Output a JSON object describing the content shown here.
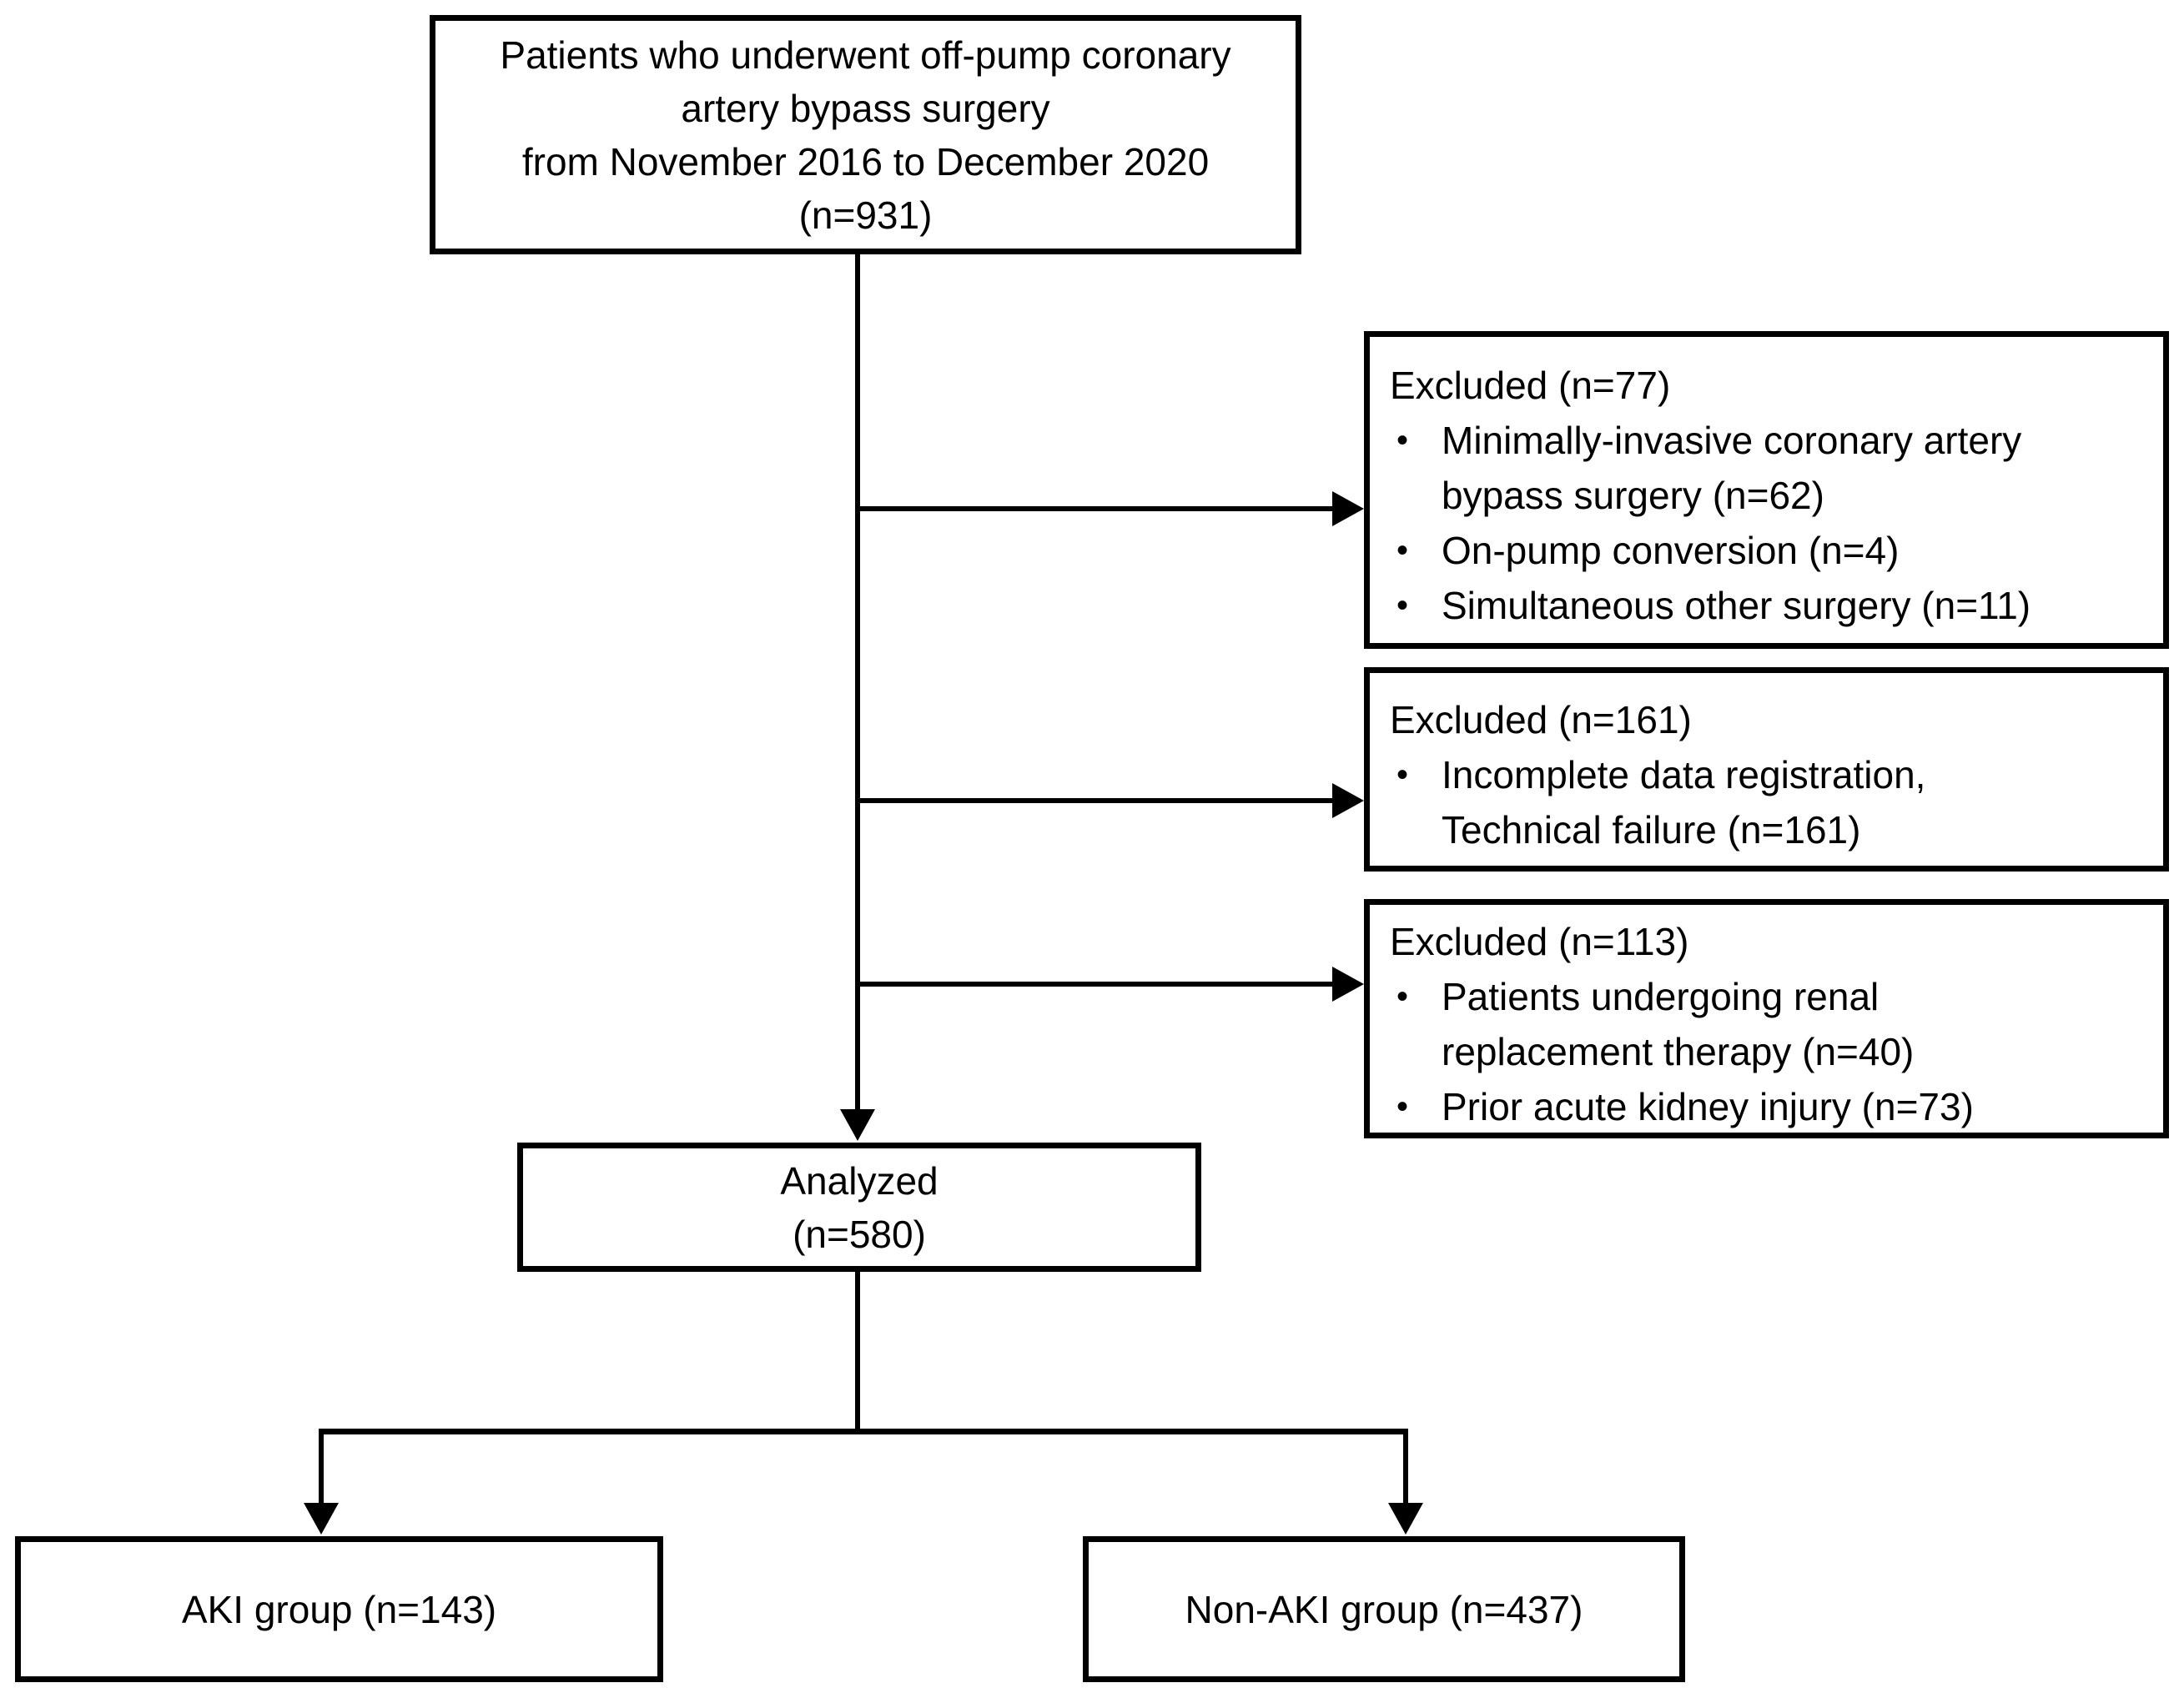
{
  "glyphs": {
    "bullet": "•"
  },
  "title_box": {
    "lines": [
      "Patients who underwent off-pump coronary",
      "artery bypass surgery",
      "from November 2016 to December 2020",
      "(n=931)"
    ]
  },
  "excluded_boxes": [
    {
      "title": "Excluded (n=77)",
      "items": [
        "Minimally-invasive coronary artery\nbypass surgery (n=62)",
        "On-pump conversion (n=4)",
        "Simultaneous other surgery (n=11)"
      ]
    },
    {
      "title": "Excluded (n=161)",
      "items": [
        "Incomplete data registration,\nTechnical failure (n=161)"
      ]
    },
    {
      "title": "Excluded (n=113)",
      "items": [
        "Patients undergoing renal\nreplacement therapy (n=40)",
        "Prior acute kidney injury (n=73)"
      ]
    }
  ],
  "analyzed_box": {
    "lines": [
      "Analyzed",
      "(n=580)"
    ]
  },
  "groups": [
    {
      "label": "AKI group (n=143)"
    },
    {
      "label": "Non-AKI group (n=437)"
    }
  ]
}
